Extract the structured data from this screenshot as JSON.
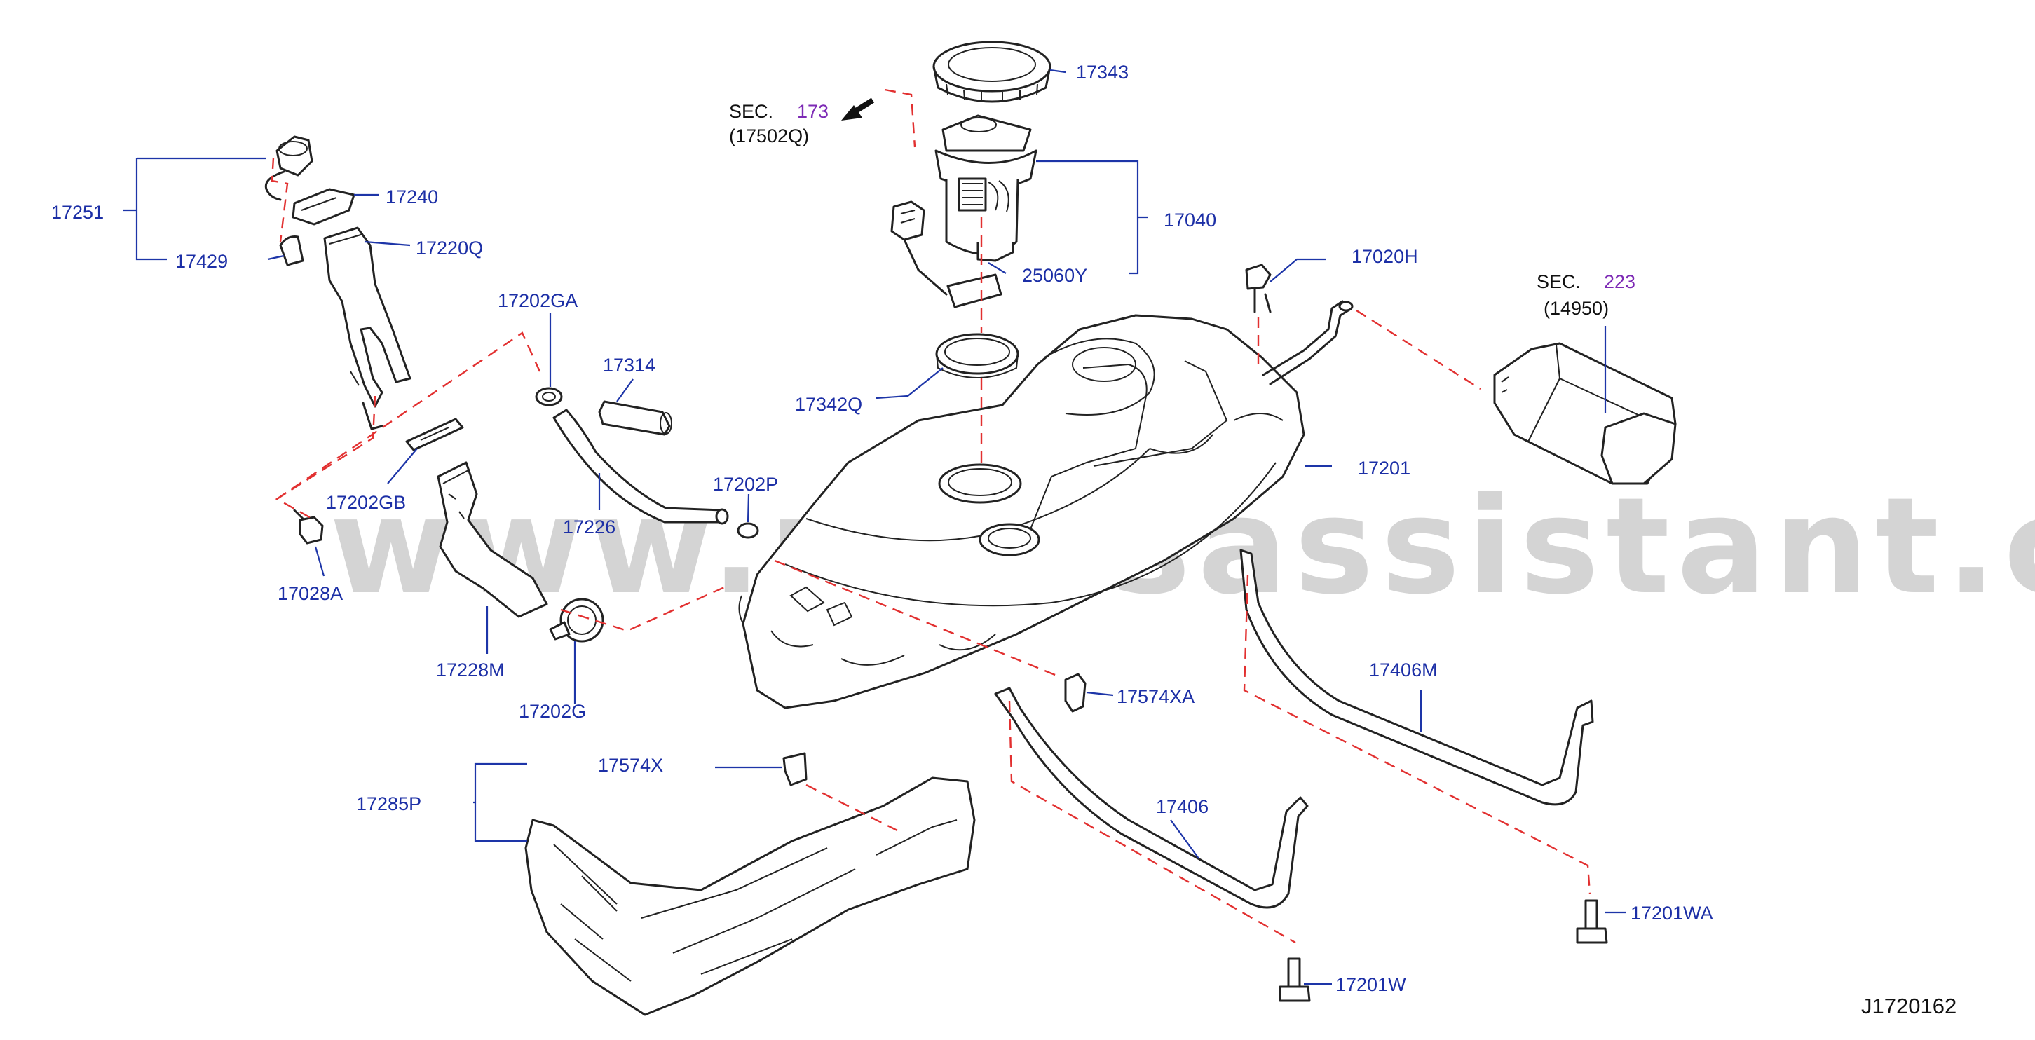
{
  "watermark": "www.partsassistant.com",
  "diagram_code": "J1720162",
  "sections": [
    {
      "id": "sec173",
      "prefix": "SEC.",
      "number": "173",
      "ref": "(17502Q)"
    },
    {
      "id": "sec223",
      "prefix": "SEC.",
      "number": "223",
      "ref": "(14950)"
    }
  ],
  "callouts": {
    "p17343": "17343",
    "p17040": "17040",
    "p25060Y": "25060Y",
    "p17342Q": "17342Q",
    "p17020H": "17020H",
    "p17201": "17201",
    "p17251": "17251",
    "p17240": "17240",
    "p17429": "17429",
    "p17220Q": "17220Q",
    "p17202GA": "17202GA",
    "p17314": "17314",
    "p17202GB": "17202GB",
    "p17202P": "17202P",
    "p17226": "17226",
    "p17028A": "17028A",
    "p17228M": "17228M",
    "p17202G": "17202G",
    "p17574XA": "17574XA",
    "p17406M": "17406M",
    "p17574X": "17574X",
    "p17285P": "17285P",
    "p17406": "17406",
    "p17201WA": "17201WA",
    "p17201W": "17201W"
  },
  "colors": {
    "callout": "#1c2fa6",
    "section_number": "#7d2ab5",
    "dashed_guide": "#e23030",
    "outline": "#222222",
    "watermark": "#d4d4d4"
  }
}
